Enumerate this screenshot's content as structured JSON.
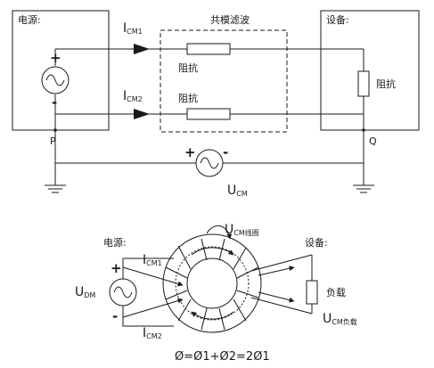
{
  "top": {
    "source_label": "电源:",
    "device_label": "设备:",
    "filter_label": "共模滤波",
    "impedance_1": "阻抗",
    "impedance_2": "阻抗",
    "impedance_device": "阻抗",
    "current_1": {
      "main": "I",
      "sub": "CM1"
    },
    "current_2": {
      "main": "I",
      "sub": "CM2"
    },
    "voltage_cm": {
      "main": "U",
      "sub": "CM"
    },
    "plus": "+",
    "minus": "-",
    "node_p": "P",
    "node_q": "Q"
  },
  "bottom": {
    "source_label": "电源:",
    "device_label": "设备:",
    "load_label": "负载",
    "current_1": {
      "main": "I",
      "sub": "CM1"
    },
    "current_2": {
      "main": "I",
      "sub": "CM2"
    },
    "voltage_dm": {
      "main": "U",
      "sub": "DM"
    },
    "voltage_coil": {
      "main": "U",
      "sub": "CM线圈"
    },
    "voltage_load": {
      "main": "U",
      "sub": "CM负载"
    },
    "plus": "+",
    "minus": "-",
    "formula": "Ø=Ø1+Ø2=2Ø1"
  }
}
